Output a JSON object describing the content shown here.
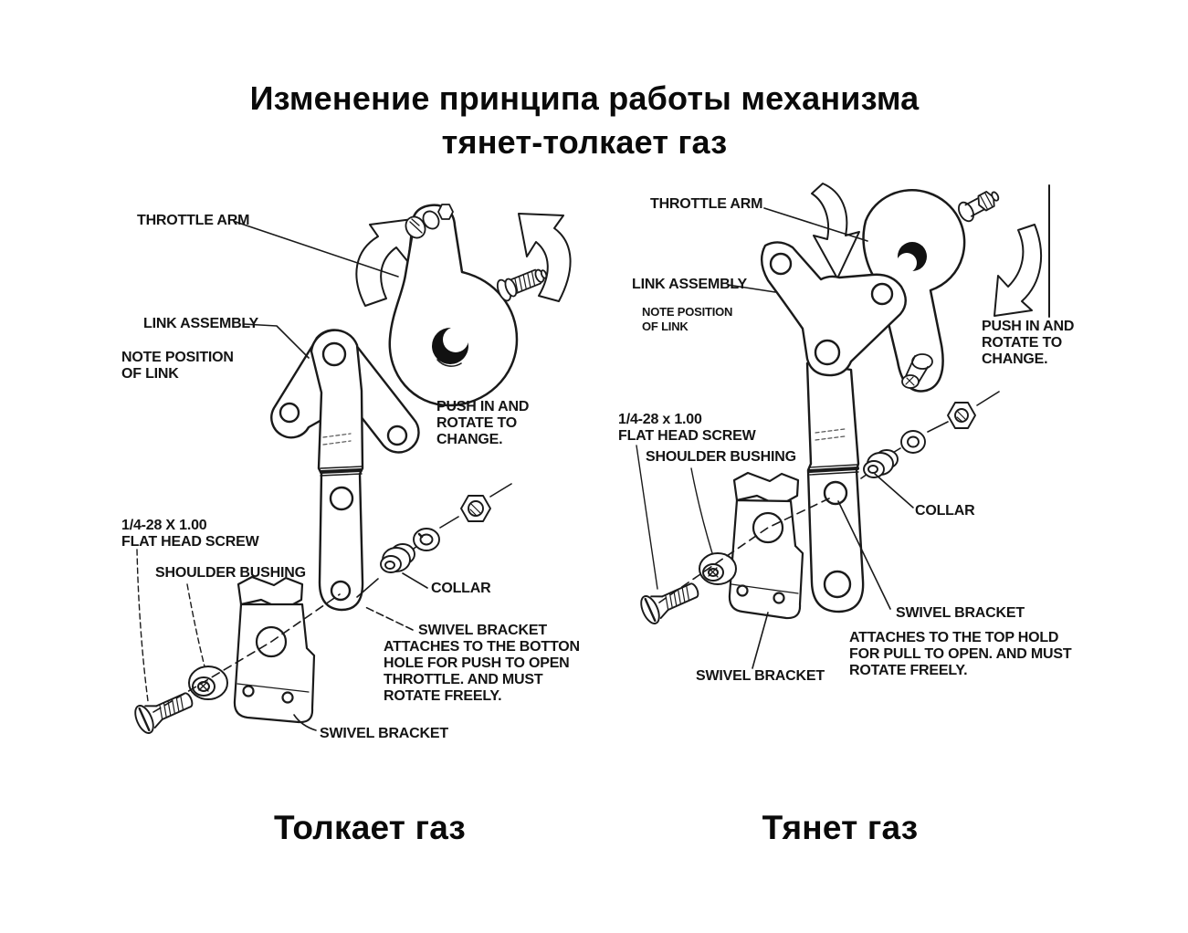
{
  "title": {
    "text": "Изменение принципа работы механизма\nтянет-толкает газ"
  },
  "left_diagram": {
    "caption": "Толкает газ",
    "labels": {
      "throttle_arm": "THROTTLE ARM",
      "link_assembly": "LINK ASSEMBLY",
      "note_position": "NOTE POSITION\nOF LINK",
      "push_note": "PUSH IN AND\nROTATE TO\nCHANGE.",
      "screw": "1/4-28 X 1.00\nFLAT HEAD SCREW",
      "shoulder_bushing": "SHOULDER BUSHING",
      "collar": "COLLAR",
      "swivel_title": "SWIVEL BRACKET",
      "swivel_note": "ATTACHES TO THE BOTTON\nHOLE FOR PUSH TO OPEN\nTHROTTLE. AND MUST\nROTATE FREELY.",
      "swivel_bracket": "SWIVEL BRACKET"
    }
  },
  "right_diagram": {
    "caption": "Тянет газ",
    "labels": {
      "throttle_arm": "THROTTLE ARM",
      "link_assembly": "LINK ASSEMBLY",
      "note_position": "NOTE POSITION\nOF LINK",
      "push_note": "PUSH IN AND\nROTATE TO\nCHANGE.",
      "screw": "1/4-28 x 1.00\nFLAT HEAD SCREW",
      "shoulder_bushing": "SHOULDER BUSHING",
      "collar": "COLLAR",
      "swivel_title": "SWIVEL BRACKET",
      "swivel_note": "ATTACHES TO THE TOP HOLD\nFOR PULL TO OPEN. AND MUST\nROTATE FREELY.",
      "swivel_bracket": "SWIVEL BRACKET"
    }
  },
  "line_color": "#1a1a1a"
}
